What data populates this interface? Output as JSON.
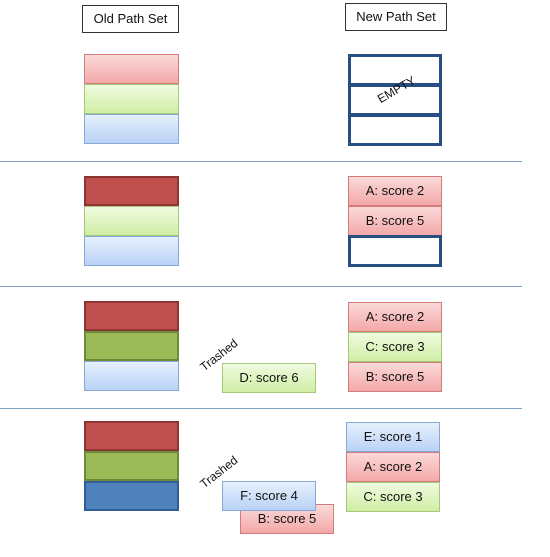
{
  "headers": {
    "old": "Old Path Set",
    "new": "New Path Set"
  },
  "empty_label": "EMPTY",
  "trashed_label": "Trashed",
  "row2": {
    "new": [
      "A: score 2",
      "B: score 5"
    ]
  },
  "row3": {
    "new": [
      "A: score 2",
      "C: score 3",
      "B: score 5"
    ],
    "trashed": "D: score 6"
  },
  "row4": {
    "new": [
      "E: score 1",
      "A: score 2",
      "C: score 3"
    ],
    "trashed": [
      "F: score 4",
      "B: score 5"
    ]
  }
}
